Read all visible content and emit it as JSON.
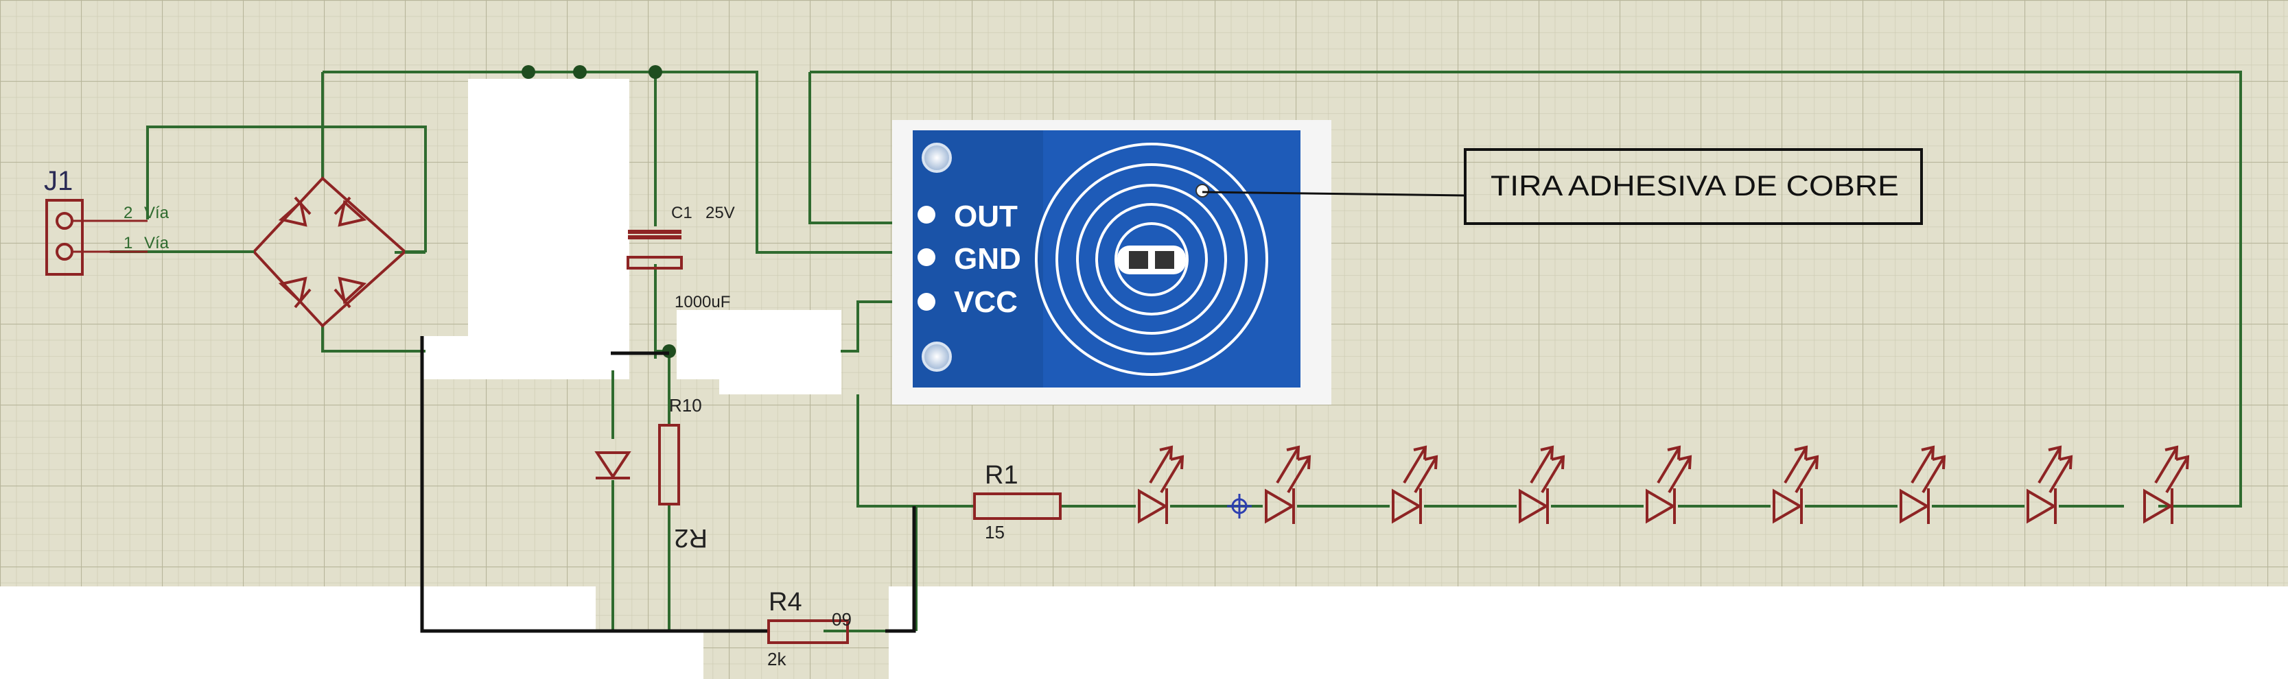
{
  "connector": {
    "ref": "J1",
    "pin2": "2",
    "pin1": "1",
    "pin2_net": "Vía",
    "pin1_net": "Vía"
  },
  "capacitor": {
    "ref": "C1",
    "voltage": "25V",
    "value": "1000uF"
  },
  "zener_resistor": {
    "ref": "R2",
    "value": "R10"
  },
  "sensor": {
    "pin_out": "OUT",
    "pin_gnd": "GND",
    "pin_vcc": "VCC"
  },
  "label_box": {
    "text": "TIRA ADHESIVA DE COBRE"
  },
  "r1": {
    "ref": "R1",
    "value": "15"
  },
  "r4": {
    "ref": "R4",
    "value": "2k",
    "extra": "09"
  },
  "colors": {
    "grid_background": "#e2e0cc",
    "grid_minor": "#cfcdb5",
    "grid_major": "#b7b59a",
    "wire": "#2f6b2f",
    "component": "#8e2424",
    "board_blue": "#1e5bb8",
    "pin_label": "#ffffff",
    "black_wire": "#111111"
  }
}
